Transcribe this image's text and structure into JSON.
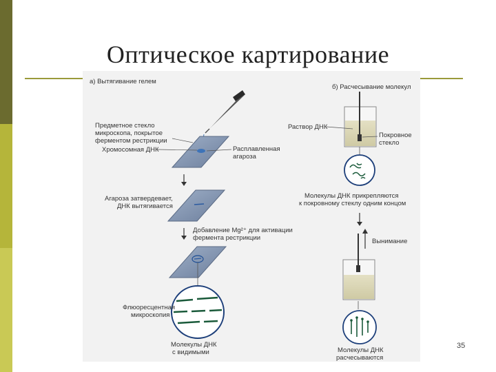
{
  "slide": {
    "title": "Оптическое картирование",
    "page_number": "35"
  },
  "colors": {
    "sidebar_dark": "#6b6b2f",
    "sidebar_light": "#b5b53a",
    "rule": "#9a9a3a"
  },
  "figure": {
    "panel_a_title": "а) Вытягивание гелем",
    "panel_b_title": "б) Расчесывание молекул",
    "labels_a": {
      "slide_line1": "Предметное стекло",
      "slide_line2": "микроскопа, покрытое",
      "slide_line3": "ферментом рестрикции",
      "chrom_dna": "Хромосомная ДНК",
      "agarose_line1": "Расплавленная",
      "agarose_line2": "агароза",
      "harden_line1": "Агароза затвердевает,",
      "harden_line2": "ДНК вытягивается",
      "mg_line1": "Добавление Mg²⁺ для активации",
      "mg_line2": "фермента рестрикции",
      "fluor_line1": "Флюоресцентная",
      "fluor_line2": "микроскопия",
      "mol_line1": "Молекулы ДНК",
      "mol_line2": "с видимыми"
    },
    "labels_b": {
      "dna_solution": "Раствор ДНК",
      "cover_line1": "Покровное",
      "cover_line2": "стекло",
      "attach_line1": "Молекулы ДНК прикрепляются",
      "attach_line2": "к покровному стеклу одним концом",
      "pull": "Вынимание",
      "comb_line1": "Молекулы ДНК",
      "comb_line2": "расчесываются"
    }
  }
}
